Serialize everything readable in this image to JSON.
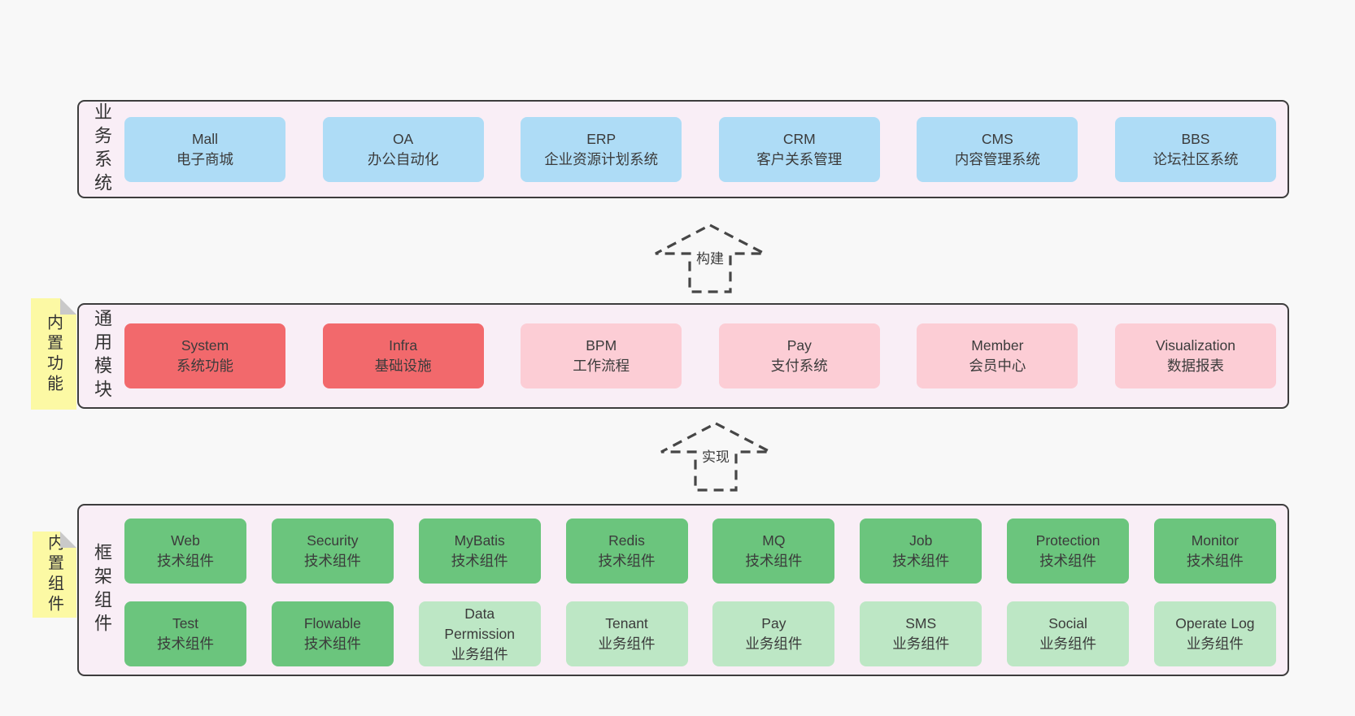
{
  "colors": {
    "page_bg": "#f8f8f8",
    "band_bg": "#f9eef6",
    "band_border": "#3d3d3d",
    "box_blue": "#aedcf6",
    "box_red": "#f2696c",
    "box_pink": "#fccdd5",
    "box_green_dark": "#6bc57d",
    "box_green_light": "#bde7c5",
    "note_yellow": "#fcf9a4",
    "note_fold_gray": "#c9c9c9",
    "text": "#3b3b3b"
  },
  "arrows": {
    "build": "构建",
    "implement": "实现"
  },
  "bands": {
    "business": {
      "label": "业务系统",
      "boxes": [
        {
          "name": "Mall",
          "desc": "电子商城",
          "variant": "blue"
        },
        {
          "name": "OA",
          "desc": "办公自动化",
          "variant": "blue"
        },
        {
          "name": "ERP",
          "desc": "企业资源计划系统",
          "variant": "blue"
        },
        {
          "name": "CRM",
          "desc": "客户关系管理",
          "variant": "blue"
        },
        {
          "name": "CMS",
          "desc": "内容管理系统",
          "variant": "blue"
        },
        {
          "name": "BBS",
          "desc": "论坛社区系统",
          "variant": "blue"
        }
      ]
    },
    "modules": {
      "label": "通用模块",
      "note": "内置功能",
      "boxes": [
        {
          "name": "System",
          "desc": "系统功能",
          "variant": "red"
        },
        {
          "name": "Infra",
          "desc": "基础设施",
          "variant": "red"
        },
        {
          "name": "BPM",
          "desc": "工作流程",
          "variant": "pink"
        },
        {
          "name": "Pay",
          "desc": "支付系统",
          "variant": "pink"
        },
        {
          "name": "Member",
          "desc": "会员中心",
          "variant": "pink"
        },
        {
          "name": "Visualization",
          "desc": "数据报表",
          "variant": "pink"
        }
      ]
    },
    "framework": {
      "label": "框架组件",
      "note": "内置组件",
      "row1": [
        {
          "name": "Web",
          "desc": "技术组件",
          "variant": "green-dark"
        },
        {
          "name": "Security",
          "desc": "技术组件",
          "variant": "green-dark"
        },
        {
          "name": "MyBatis",
          "desc": "技术组件",
          "variant": "green-dark"
        },
        {
          "name": "Redis",
          "desc": "技术组件",
          "variant": "green-dark"
        },
        {
          "name": "MQ",
          "desc": "技术组件",
          "variant": "green-dark"
        },
        {
          "name": "Job",
          "desc": "技术组件",
          "variant": "green-dark"
        },
        {
          "name": "Protection",
          "desc": "技术组件",
          "variant": "green-dark"
        },
        {
          "name": "Monitor",
          "desc": "技术组件",
          "variant": "green-dark"
        }
      ],
      "row2": [
        {
          "name": "Test",
          "desc": "技术组件",
          "variant": "green-dark"
        },
        {
          "name": "Flowable",
          "desc": "技术组件",
          "variant": "green-dark"
        },
        {
          "name": "Data Permission",
          "desc": "业务组件",
          "variant": "green-light"
        },
        {
          "name": "Tenant",
          "desc": "业务组件",
          "variant": "green-light"
        },
        {
          "name": "Pay",
          "desc": "业务组件",
          "variant": "green-light"
        },
        {
          "name": "SMS",
          "desc": "业务组件",
          "variant": "green-light"
        },
        {
          "name": "Social",
          "desc": "业务组件",
          "variant": "green-light"
        },
        {
          "name": "Operate Log",
          "desc": "业务组件",
          "variant": "green-light"
        }
      ]
    }
  }
}
